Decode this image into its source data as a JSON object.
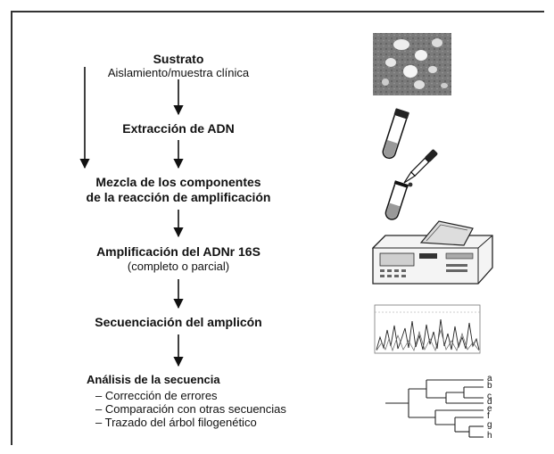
{
  "steps": {
    "substrate": {
      "title": "Sustrato",
      "subtitle": "Aislamiento/muestra clínica"
    },
    "dna_extraction": {
      "title": "Extracción de ADN"
    },
    "reaction_mix": {
      "line1": "Mezcla de los componentes",
      "line2": "de la reacción de amplificación"
    },
    "amplification": {
      "title": "Amplificación del ADNr 16S",
      "subtitle": "(completo o parcial)"
    },
    "sequencing": {
      "title": "Secuenciación del amplicón"
    },
    "analysis": {
      "title": "Análisis de la secuencia",
      "items": [
        "– Corrección de errores",
        "– Comparación con otras secuencias",
        "– Trazado del árbol filogenético"
      ]
    }
  },
  "tree_leaves": [
    "a",
    "b",
    "c",
    "d",
    "e",
    "f",
    "g",
    "h"
  ],
  "illustrations": [
    "culture-plate-photo-icon",
    "test-tube-icon",
    "dropper-and-tube-icon",
    "thermocycler-icon",
    "chromatogram-icon",
    "phylogenetic-tree-icon"
  ]
}
